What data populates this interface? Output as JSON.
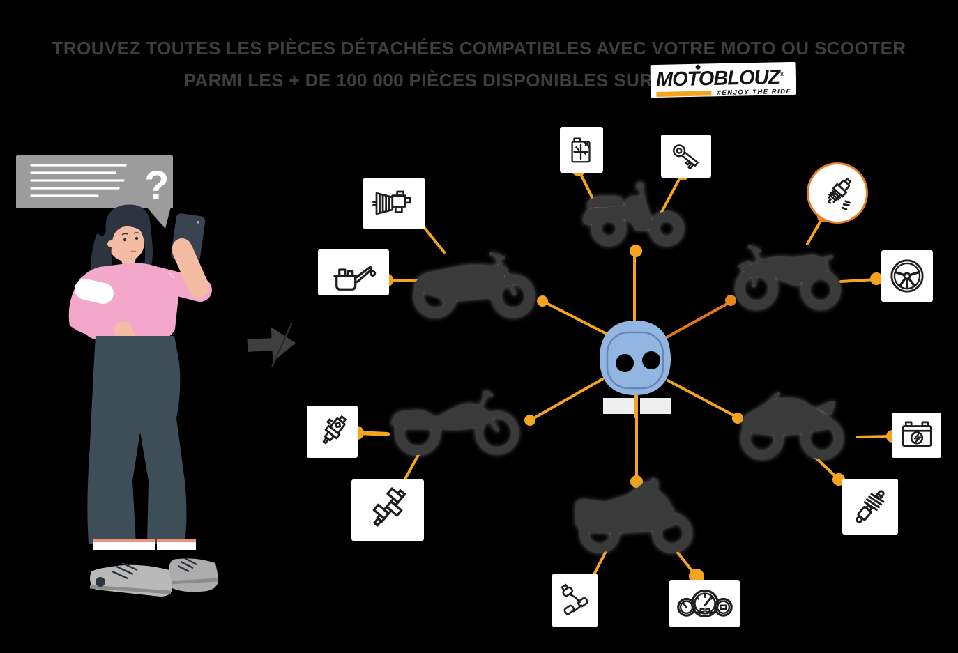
{
  "title": {
    "line1": "TROUVEZ TOUTES LES PIÈCES DÉTACHÉES COMPATIBLES AVEC VOTRE MOTO OU SCOOTER",
    "line2": "PARMI LES + DE 100 000 PIÈCES DISPONIBLES SUR"
  },
  "logo": {
    "brand": "MOTOBLOUZ",
    "registered": "®",
    "tagline": "#ENJOY THE RIDE"
  },
  "bubble": {
    "question_mark": "?"
  },
  "colors": {
    "background": "#000000",
    "accent_orange": "#F4A41D",
    "accent_dark_orange": "#E8791E",
    "hub_blue": "#93B5E2",
    "silhouette_gray": "#3A3A3A",
    "card_white": "#FFFFFF",
    "title_text": "#3E3E3E",
    "sweater_pink": "#F2A7CB",
    "pants_teal": "#3E4E59"
  },
  "diagram": {
    "center_icon": "power-socket-icon",
    "bikes": [
      {
        "type": "scooter"
      },
      {
        "type": "roadster"
      },
      {
        "type": "trail"
      },
      {
        "type": "custom-chopper"
      },
      {
        "type": "sportbike"
      },
      {
        "type": "touring"
      }
    ],
    "part_icons": [
      "oil-jerrycan-icon",
      "key-icon",
      "air-filter-icon",
      "oil-can-icon",
      "spark-plug-icon",
      "wheel-icon",
      "fuel-injector-icon",
      "crankshaft-icon",
      "spark-plug-wire-icon",
      "dashboard-gauges-icon",
      "battery-icon",
      "shock-absorber-icon"
    ]
  }
}
